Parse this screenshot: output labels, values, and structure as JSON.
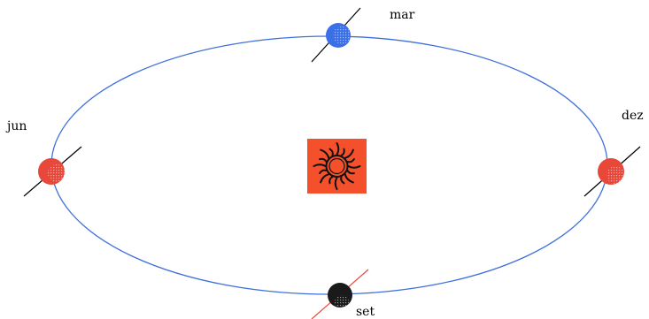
{
  "labels": {
    "mar": "mar",
    "jun": "jun",
    "dez": "dez",
    "set": "set"
  },
  "colors": {
    "orbit": "#3f6fdc",
    "planet_mar": "#3a6fe8",
    "planet_jun": "#e8483a",
    "planet_dez": "#e8483a",
    "planet_set": "#1a1a1a",
    "axis": "#000000",
    "axis_set": "#e8483a",
    "sun_background": "#f4502c",
    "sun_symbol": "#111111"
  },
  "icons": {
    "sun": "sun-icon"
  }
}
